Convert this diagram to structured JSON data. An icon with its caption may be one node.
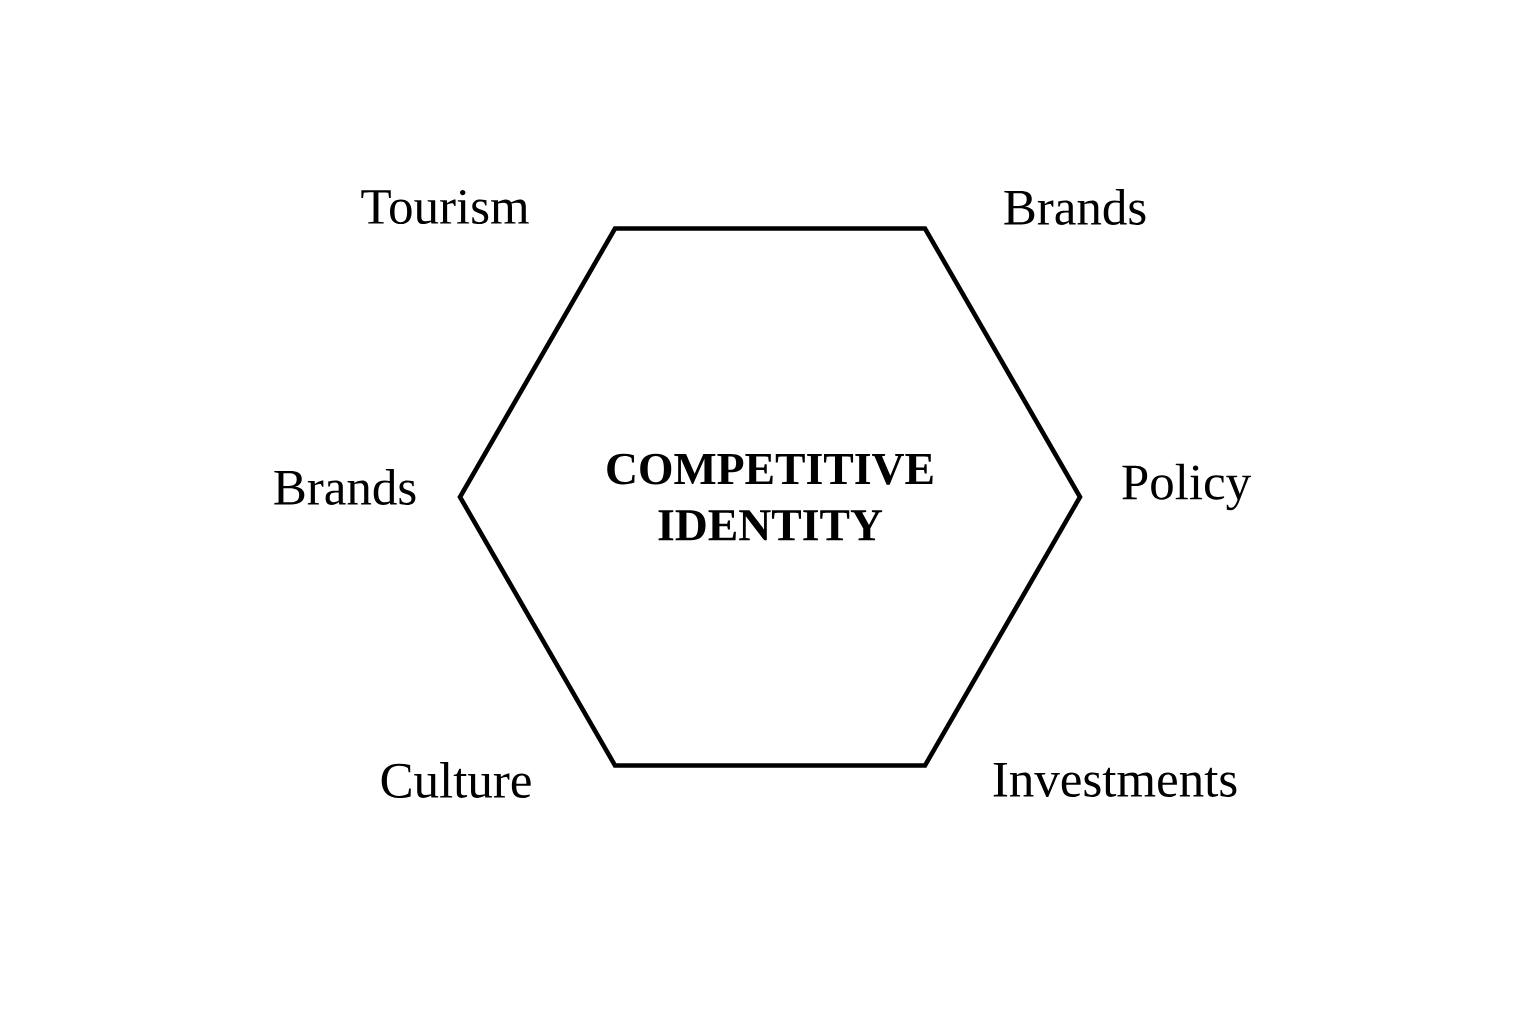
{
  "diagram": {
    "nodes": [
      {
        "text": [
          "COMPETITIVE IDENTITY"
        ]
      }
    ],
    "edges": [],
    "labels": [
      "Tourism",
      "Brands",
      "Brands",
      "Policy",
      "Culture",
      "Investments"
    ]
  }
}
